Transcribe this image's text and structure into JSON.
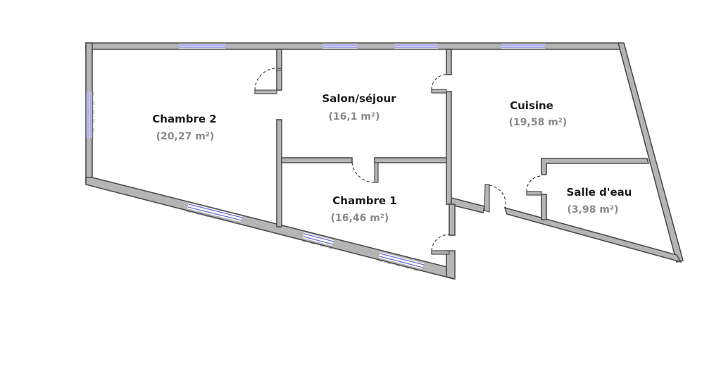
{
  "rooms": [
    {
      "id": "chambre-2",
      "name": "Chambre 2",
      "area": "(20,27 m²)"
    },
    {
      "id": "salon",
      "name": "Salon/séjour",
      "area": "(16,1 m²)"
    },
    {
      "id": "cuisine",
      "name": "Cuisine",
      "area": "(19,58 m²)"
    },
    {
      "id": "chambre-1",
      "name": "Chambre 1",
      "area": "(16,46 m²)"
    },
    {
      "id": "salle-eau",
      "name": "Salle d'eau",
      "area": "(3,98 m²)"
    }
  ],
  "colors": {
    "wall_fill": "#b5b5b5",
    "wall_stroke": "#4d4d4d",
    "window": "#6a6ad8",
    "label": "#1c1c1c",
    "area_label": "#8a8a8a"
  }
}
